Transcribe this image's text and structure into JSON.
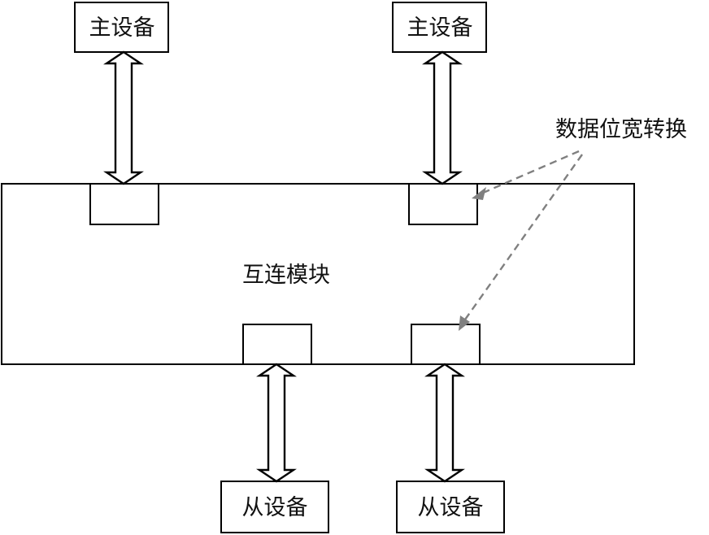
{
  "diagram": {
    "masters": [
      {
        "label": "主设备"
      },
      {
        "label": "主设备"
      }
    ],
    "interconnect": {
      "label": "互连模块"
    },
    "slaves": [
      {
        "label": "从设备"
      },
      {
        "label": "从设备"
      }
    ],
    "annotation": {
      "label": "数据位宽转换"
    },
    "colors": {
      "stroke": "#000000",
      "annotation_arrow": "#808080",
      "background": "#ffffff"
    }
  }
}
